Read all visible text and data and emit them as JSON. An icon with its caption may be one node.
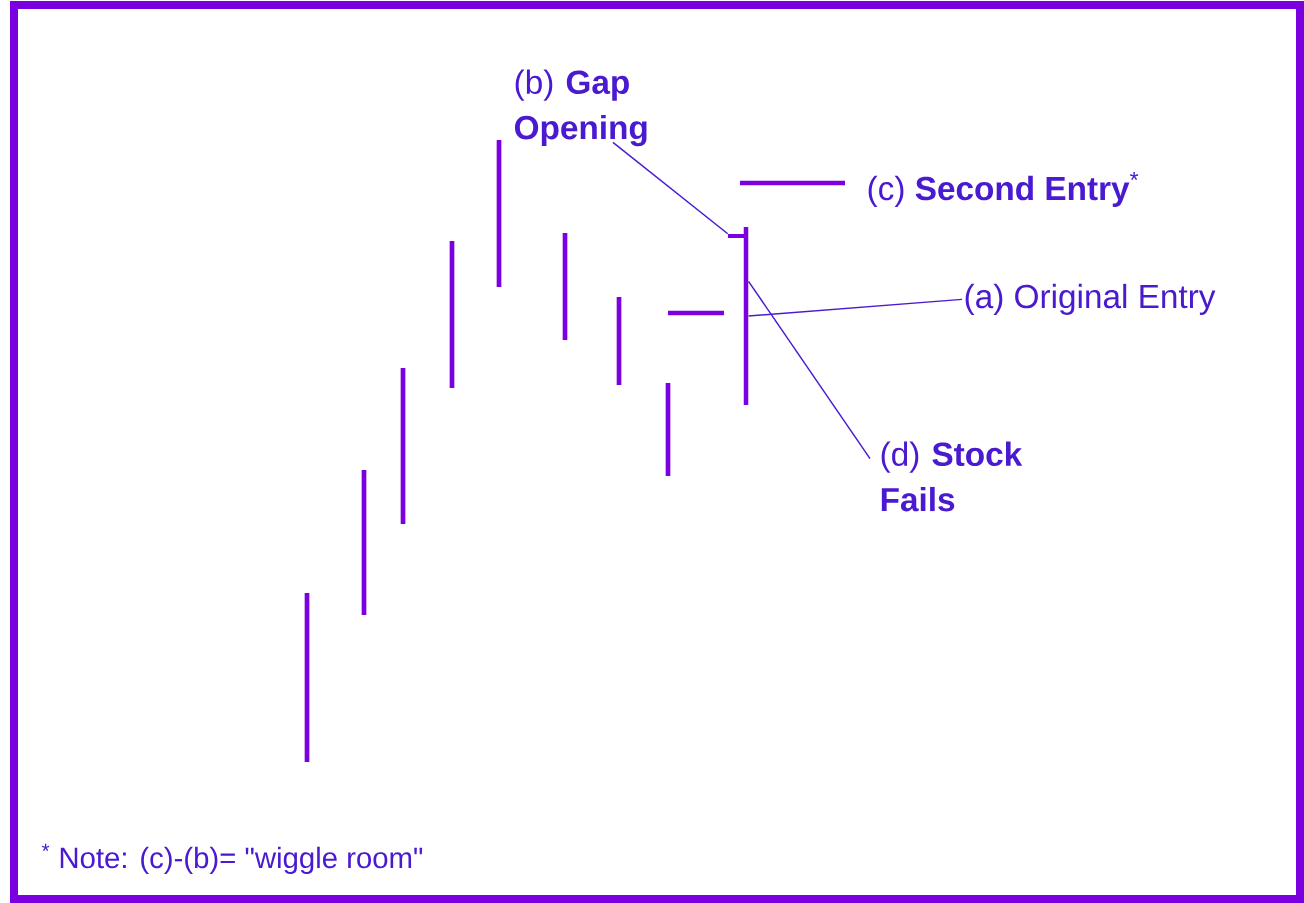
{
  "diagram": {
    "nodes": [
      {
        "text": [
          "(b) **Gap Opening**"
        ]
      },
      {
        "text": [],
        "shape": "bar"
      },
      {
        "text": [
          "(c) **Second Entry**$^{*}$"
        ]
      },
      {
        "text": [
          "(a) Original Entry"
        ]
      },
      {
        "text": [
          "(d) **Stock Fails**"
        ]
      },
      {
        "text": [],
        "shape": "bar"
      }
    ],
    "edges": [
      {
        "from": 0,
        "to": 1,
        "arrow": "none"
      },
      {
        "from": 3,
        "to": 5,
        "arrow": "none"
      },
      {
        "from": 4,
        "to": 5,
        "arrow": "none"
      }
    ],
    "labels": [
      "$^{*}$ Note: (c)-(b)= \"wiggle room\""
    ]
  }
}
